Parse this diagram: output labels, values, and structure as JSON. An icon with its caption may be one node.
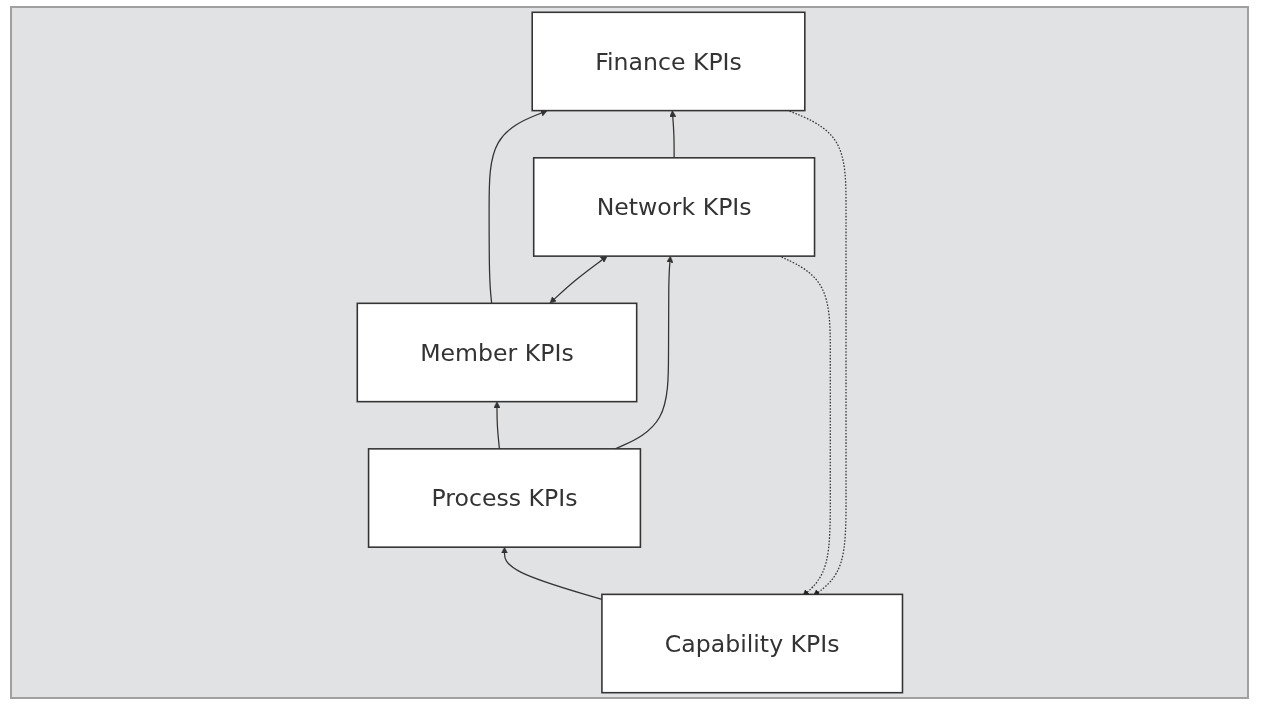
{
  "diagram": {
    "nodes": [
      {
        "text": [
          "Finance KPIs"
        ]
      },
      {
        "text": [
          "Member KPIs"
        ]
      },
      {
        "text": [
          "Network KPIs"
        ]
      },
      {
        "text": [
          "Process KPIs"
        ]
      },
      {
        "text": [
          "Capability KPIs"
        ]
      }
    ],
    "edges": [
      {
        "from": 1,
        "to": 0,
        "arrow": "to"
      },
      {
        "from": 2,
        "to": 0,
        "arrow": "to"
      },
      {
        "from": 1,
        "to": 2,
        "arrow": "both"
      },
      {
        "from": 3,
        "to": 1,
        "arrow": "to"
      },
      {
        "from": 3,
        "to": 2,
        "arrow": "to"
      },
      {
        "from": 4,
        "to": 3,
        "arrow": "to"
      },
      {
        "from": 0,
        "to": 4,
        "arrow": "to",
        "style": "dashed"
      },
      {
        "from": 2,
        "to": 4,
        "arrow": "to",
        "style": "dashed"
      }
    ]
  }
}
